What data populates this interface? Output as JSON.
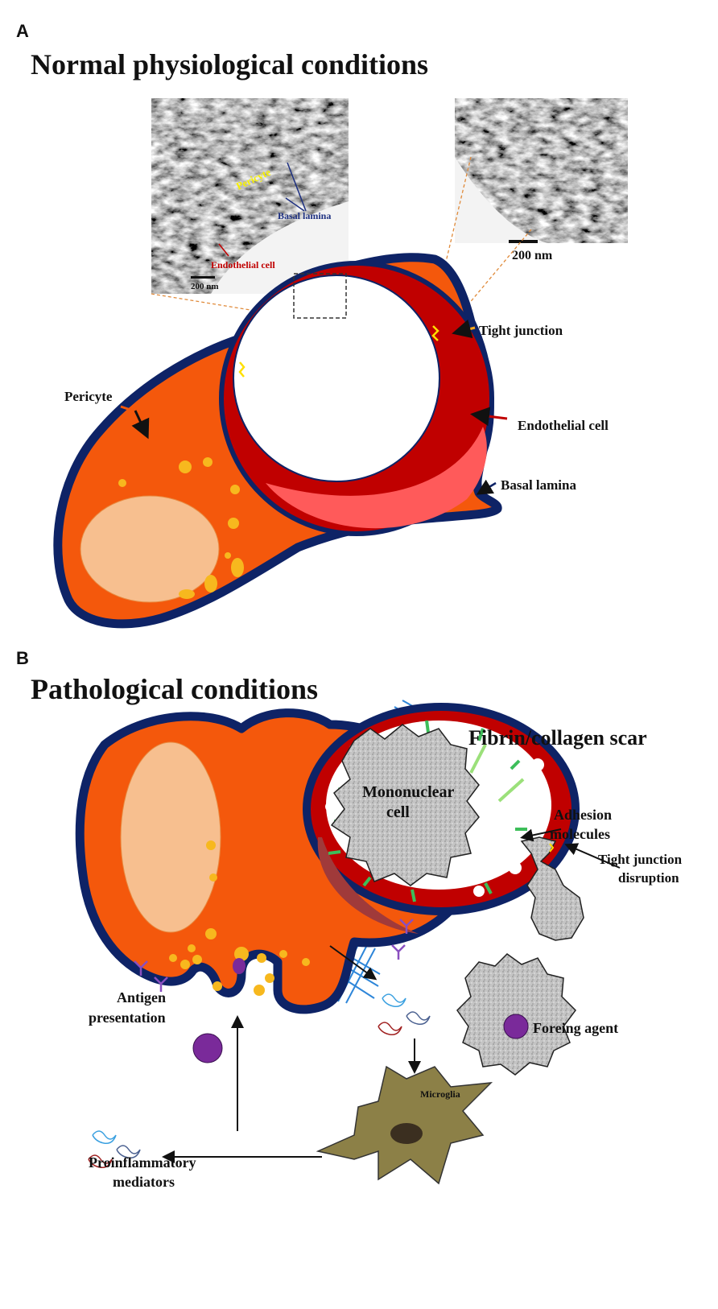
{
  "panel_a": {
    "letter": "A",
    "title": "Normal physiological conditions",
    "micrograph_1": {
      "labels": {
        "pericyte": "Pericyte",
        "basal_lamina": "Basal lamina",
        "endothelial_cell": "Endothelial cell"
      },
      "scale_bar": "200 nm"
    },
    "micrograph_2": {
      "scale_bar": "200 nm"
    },
    "labels": {
      "tight_junction": "Tight junction",
      "pericyte": "Pericyte",
      "endothelial_cell": "Endothelial cell",
      "basal_lamina": "Basal lamina"
    }
  },
  "panel_b": {
    "letter": "B",
    "title": "Pathological conditions",
    "labels": {
      "fibrin_scar": "Fibrin/collagen scar",
      "adhesion_line1": "Adhesion",
      "adhesion_line2": "molecules",
      "tj_line1": "Tight junction",
      "tj_line2": "disruption",
      "mononuclear_line1": "Mononuclear",
      "mononuclear_line2": "cell",
      "antigen_line1": "Antigen",
      "antigen_line2": "presentation",
      "foreign_agent": "Foreing agent",
      "microglia": "Microglia",
      "proinflammatory_line1": "Proinflammatory",
      "proinflammatory_line2": "mediators"
    }
  },
  "colors": {
    "pericyte": "#F4580C",
    "basal_lamina": "#0E2366",
    "endothelium": "#C00000",
    "nucleus": "#F7BF8F",
    "granule": "#F7B81E",
    "fibrin": "#2E86D9",
    "adhesion": "#3DBE5A",
    "microglia": "#8C8047",
    "foreign_agent": "#7A2A9A"
  }
}
